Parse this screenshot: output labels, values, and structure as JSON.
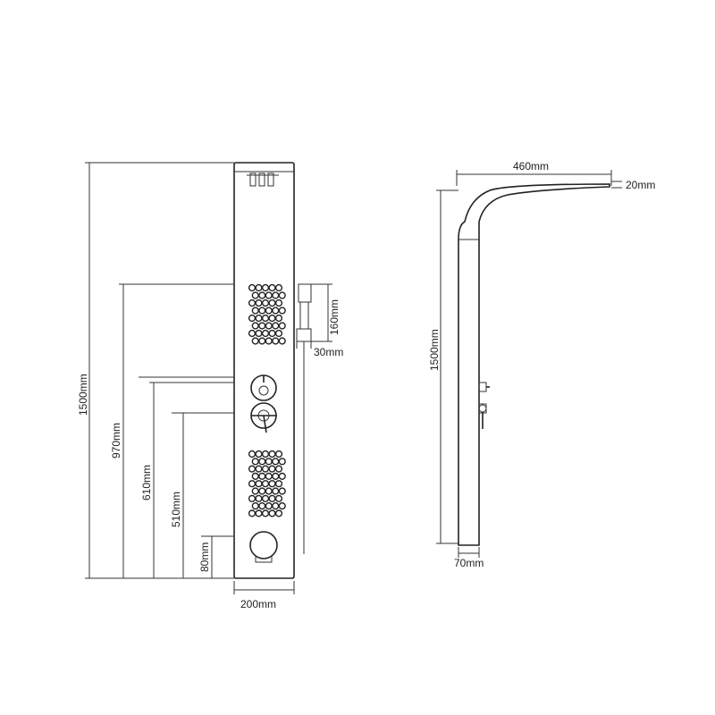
{
  "front_view": {
    "height_total": "1500mm",
    "height_upper_jets": "970mm",
    "height_top_valve": "610mm",
    "height_lower_valve": "510mm",
    "height_tub_spout": "80mm",
    "width": "200mm",
    "hand_shower_holder_height": "160mm",
    "hand_shower_holder_depth": "30mm"
  },
  "side_view": {
    "head_reach": "460mm",
    "head_thickness": "20mm",
    "height_total": "1500mm",
    "base_depth": "70mm"
  }
}
